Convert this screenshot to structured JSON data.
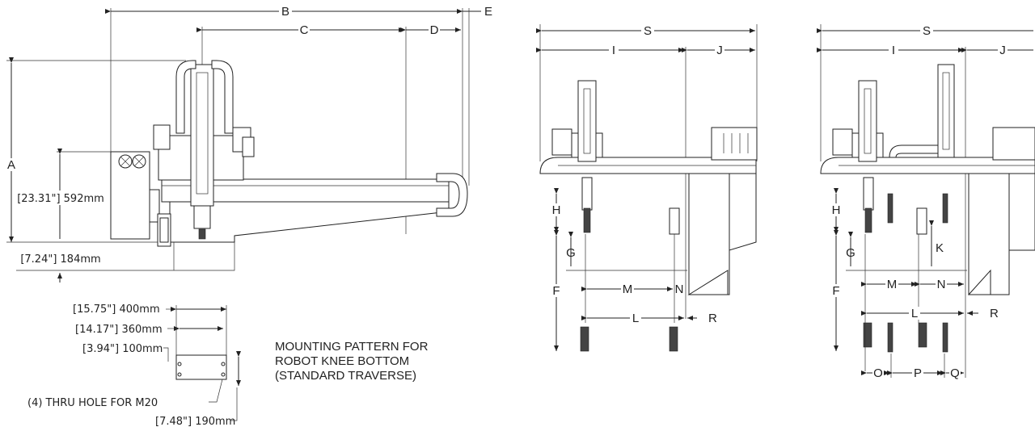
{
  "side_view": {
    "letters": {
      "A": "A",
      "B": "B",
      "C": "C",
      "D": "D",
      "E": "E"
    },
    "dims": {
      "height_upper": "[23.31\"] 592mm",
      "height_lower": "[7.24\"] 184mm"
    }
  },
  "mounting": {
    "d400": "[15.75\"] 400mm",
    "d360": "[14.17\"] 360mm",
    "d100": "[3.94\"] 100mm",
    "d190": "[7.48\"] 190mm",
    "holes": "(4) THRU HOLE FOR M20",
    "note_line1": "MOUNTING PATTERN FOR",
    "note_line2": "ROBOT KNEE BOTTOM",
    "note_line3": "(STANDARD TRAVERSE)"
  },
  "front_view_1": {
    "letters": {
      "S": "S",
      "I": "I",
      "J": "J",
      "H": "H",
      "G": "G",
      "F": "F",
      "M": "M",
      "N": "N",
      "L": "L",
      "R": "R"
    }
  },
  "front_view_2": {
    "letters": {
      "S": "S",
      "I": "I",
      "J": "J",
      "H": "H",
      "G": "G",
      "F": "F",
      "K": "K",
      "M": "M",
      "N": "N",
      "L": "L",
      "R": "R",
      "O": "O",
      "P": "P",
      "Q": "Q"
    }
  }
}
